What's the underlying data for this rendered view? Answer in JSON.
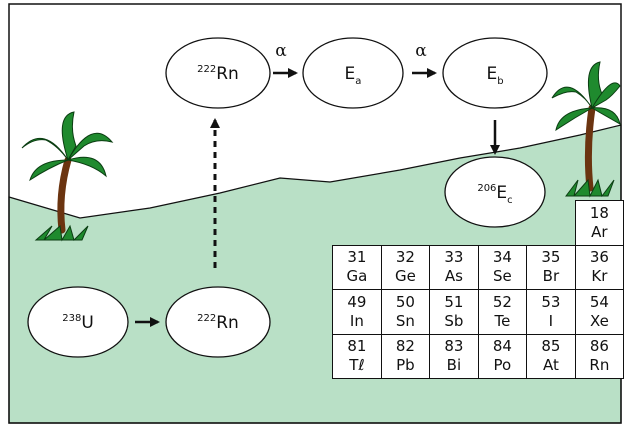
{
  "nodes": {
    "u238": {
      "sup": "238",
      "base": "U",
      "sub": ""
    },
    "rn222a": {
      "sup": "222",
      "base": "Rn",
      "sub": ""
    },
    "rn222b": {
      "sup": "222",
      "base": "Rn",
      "sub": ""
    },
    "ea": {
      "sup": "",
      "base": "E",
      "sub": "a"
    },
    "eb": {
      "sup": "",
      "base": "E",
      "sub": "b"
    },
    "ec": {
      "sup": "206",
      "base": "E",
      "sub": "c"
    }
  },
  "arrows": {
    "alpha1": "α",
    "alpha2": "α"
  },
  "periodic_table": {
    "cells": [
      {
        "num": "18",
        "sym": "Ar"
      },
      {
        "num": "31",
        "sym": "Ga"
      },
      {
        "num": "32",
        "sym": "Ge"
      },
      {
        "num": "33",
        "sym": "As"
      },
      {
        "num": "34",
        "sym": "Se"
      },
      {
        "num": "35",
        "sym": "Br"
      },
      {
        "num": "36",
        "sym": "Kr"
      },
      {
        "num": "49",
        "sym": "In"
      },
      {
        "num": "50",
        "sym": "Sn"
      },
      {
        "num": "51",
        "sym": "Sb"
      },
      {
        "num": "52",
        "sym": "Te"
      },
      {
        "num": "53",
        "sym": "I"
      },
      {
        "num": "54",
        "sym": "Xe"
      },
      {
        "num": "81",
        "sym": "Tℓ"
      },
      {
        "num": "82",
        "sym": "Pb"
      },
      {
        "num": "83",
        "sym": "Bi"
      },
      {
        "num": "84",
        "sym": "Po"
      },
      {
        "num": "85",
        "sym": "At"
      },
      {
        "num": "86",
        "sym": "Rn"
      }
    ]
  },
  "colors": {
    "ground": "#b9e0c6",
    "palm_leaf": "#1f8a2e",
    "palm_trunk": "#6b3410"
  }
}
